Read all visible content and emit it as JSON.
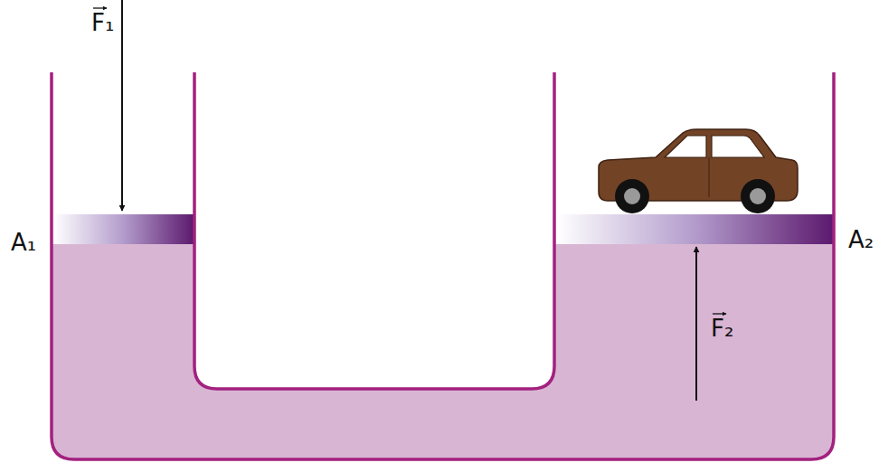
{
  "diagram": {
    "labels": [
      "F₁",
      "A₁",
      "A₂",
      "F₂"
    ]
  }
}
